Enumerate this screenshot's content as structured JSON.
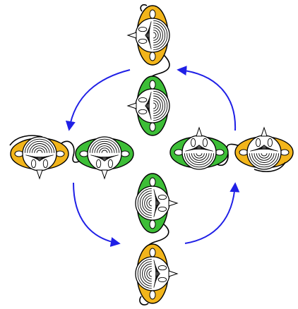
{
  "diagram": {
    "colors": {
      "yellow_disc": "#F2B51B",
      "green_disc": "#3DBE37",
      "arrow": "#1F1FE6",
      "stroke": "#000000",
      "body_fill": "#ffffff"
    },
    "units": [
      {
        "id": "top",
        "pair": [
          "yellow",
          "green"
        ],
        "orientation": "vertical"
      },
      {
        "id": "left",
        "pair": [
          "yellow",
          "green"
        ],
        "orientation": "horizontal"
      },
      {
        "id": "right",
        "pair": [
          "green",
          "yellow"
        ],
        "orientation": "horizontal"
      },
      {
        "id": "bottom",
        "pair": [
          "green",
          "yellow"
        ],
        "orientation": "vertical"
      }
    ],
    "cycle": {
      "direction": "counter-clockwise",
      "arrows": [
        "top-to-left",
        "left-to-bottom",
        "bottom-to-right",
        "right-to-top"
      ]
    }
  }
}
